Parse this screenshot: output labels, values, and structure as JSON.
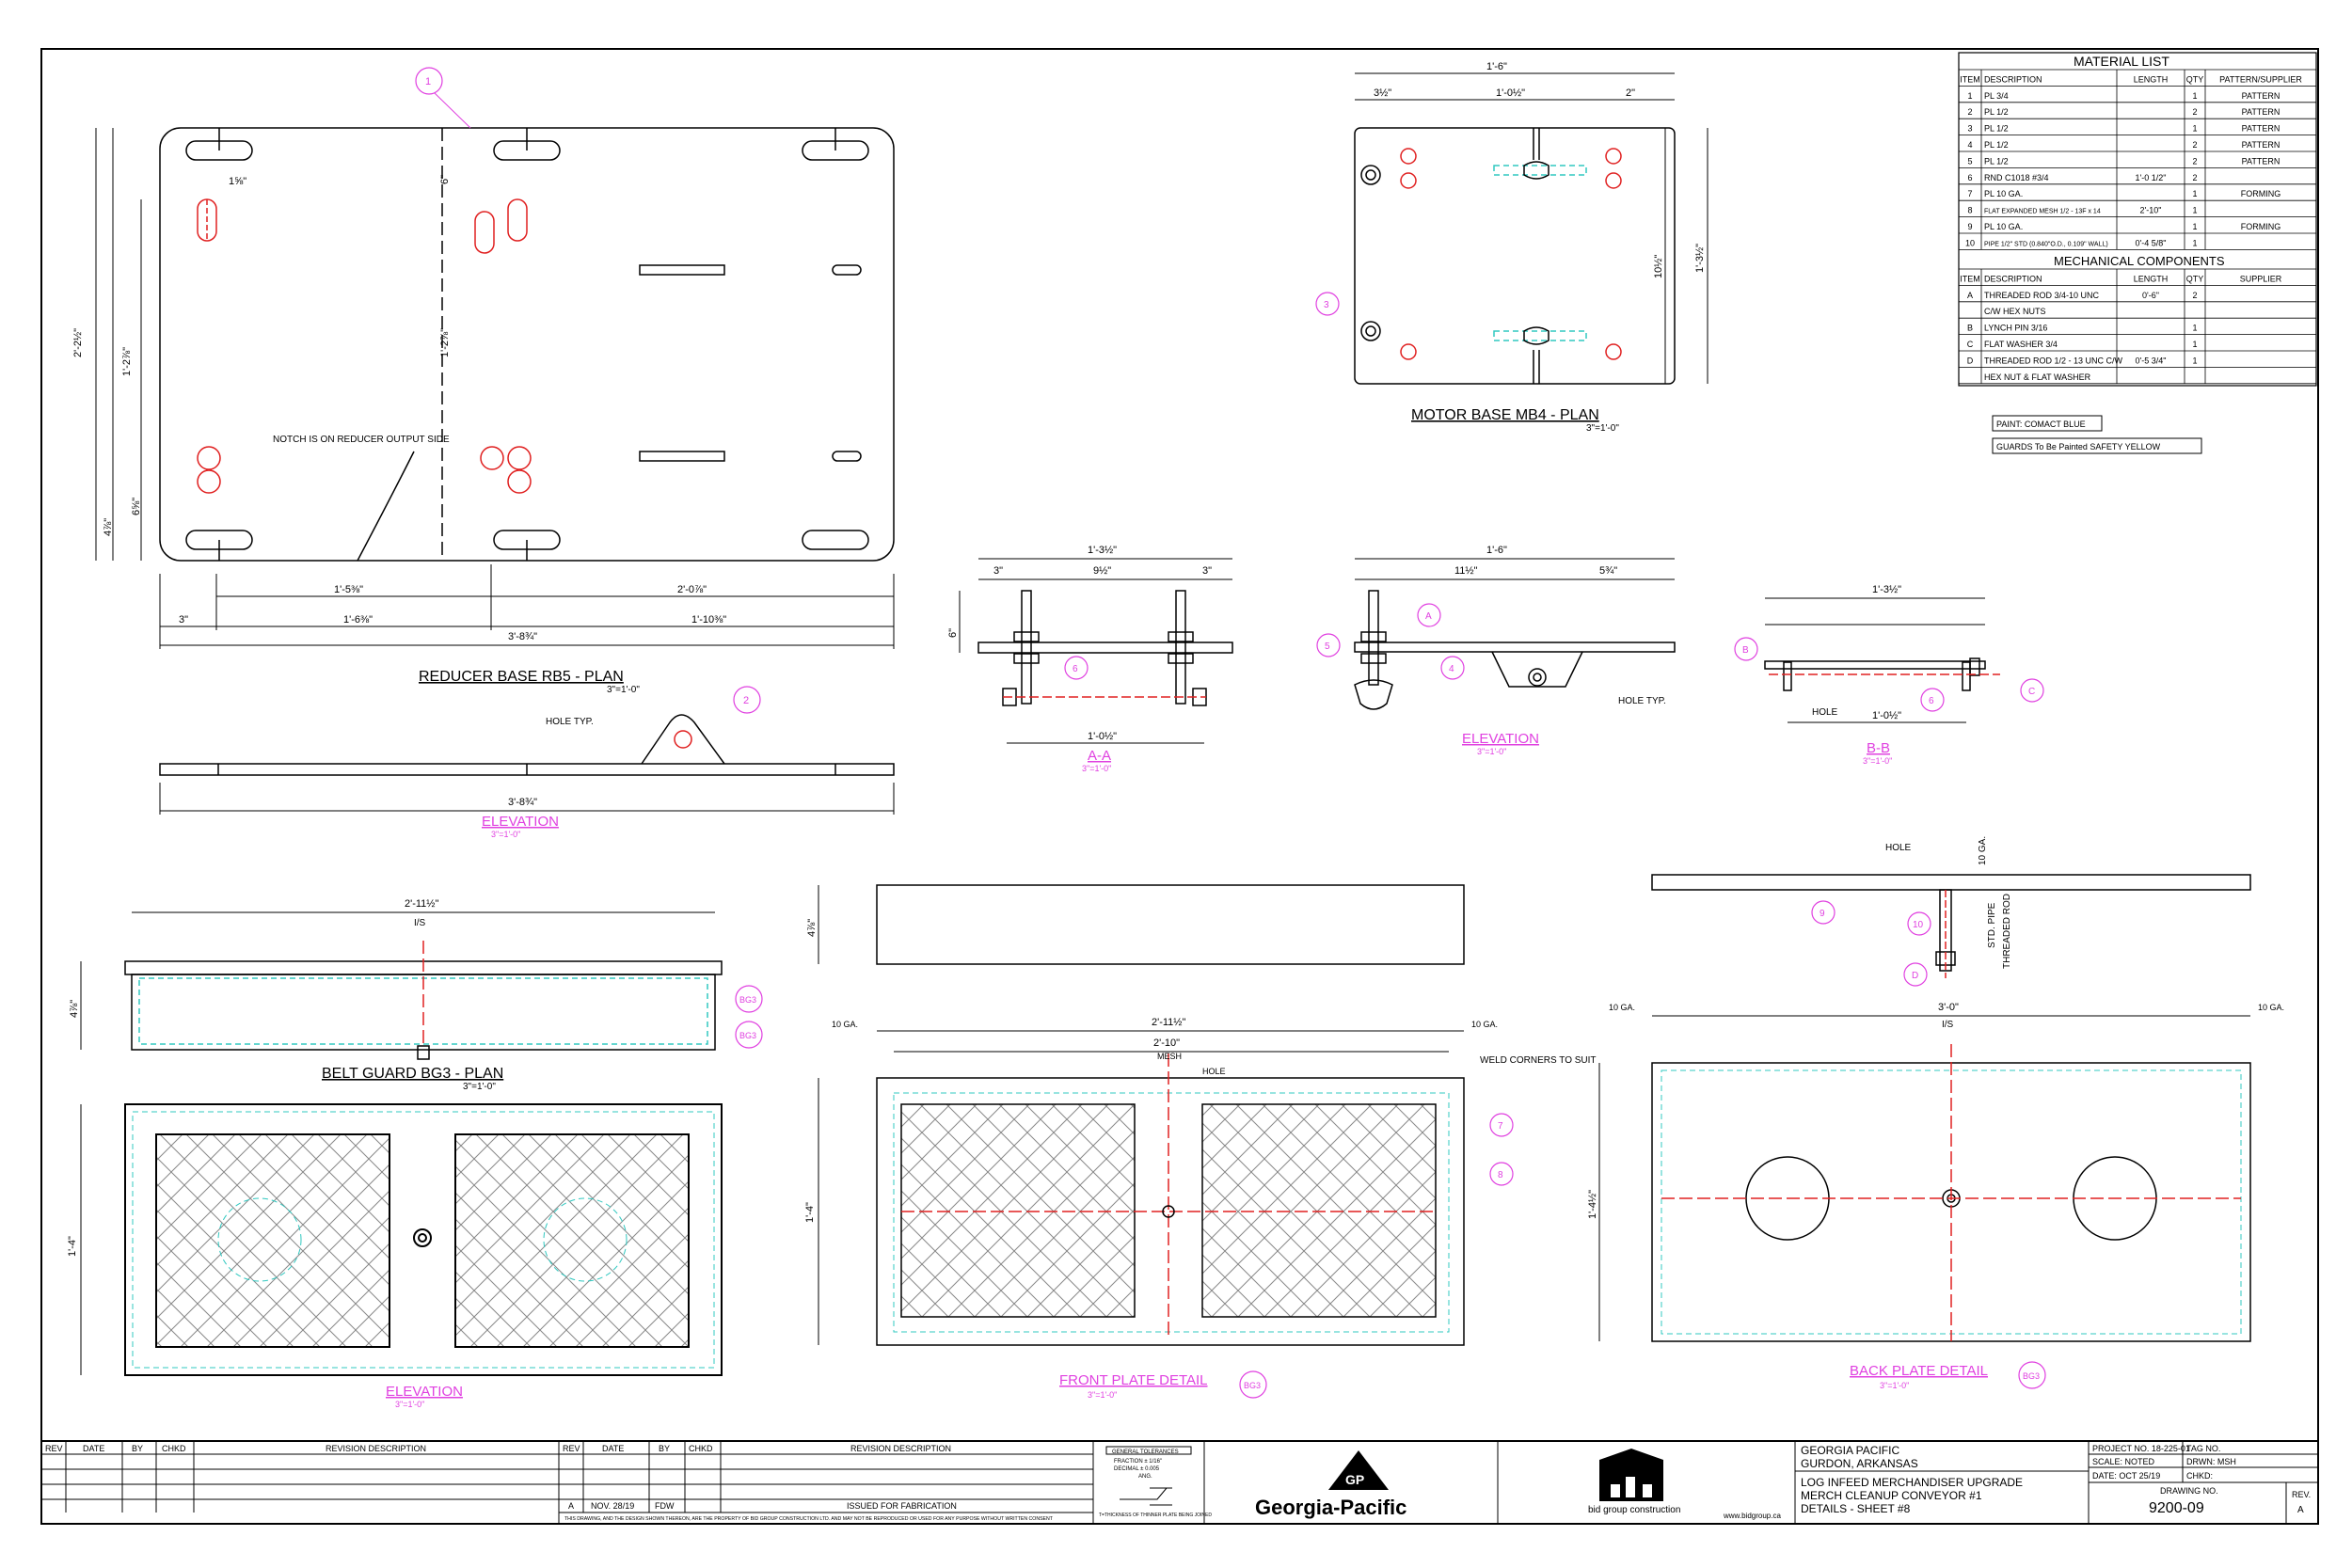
{
  "material_list": {
    "title": "MATERIAL LIST",
    "headers": [
      "ITEM",
      "DESCRIPTION",
      "LENGTH",
      "QTY",
      "PATTERN/SUPPLIER"
    ],
    "rows": [
      [
        "1",
        "PL 3/4",
        "",
        "1",
        "PATTERN"
      ],
      [
        "2",
        "PL 1/2",
        "",
        "2",
        "PATTERN"
      ],
      [
        "3",
        "PL 1/2",
        "",
        "1",
        "PATTERN"
      ],
      [
        "4",
        "PL 1/2",
        "",
        "2",
        "PATTERN"
      ],
      [
        "5",
        "PL 1/2",
        "",
        "2",
        "PATTERN"
      ],
      [
        "6",
        "RND C1018 #3/4",
        "1'-0 1/2\"",
        "2",
        ""
      ],
      [
        "7",
        "PL 10 GA.",
        "",
        "1",
        "FORMING"
      ],
      [
        "8",
        "FLAT EXPANDED MESH 1/2 - 13F x 14",
        "2'-10\"",
        "1",
        ""
      ],
      [
        "9",
        "PL 10 GA.",
        "",
        "1",
        "FORMING"
      ],
      [
        "10",
        "PIPE 1/2\" STD (0.840\"O.D., 0.109\" WALL)",
        "0'-4 5/8\"",
        "1",
        ""
      ]
    ]
  },
  "mechanical_components": {
    "title": "MECHANICAL COMPONENTS",
    "headers": [
      "ITEM",
      "DESCRIPTION",
      "LENGTH",
      "QTY",
      "SUPPLIER"
    ],
    "rows": [
      [
        "A",
        "THREADED ROD 3/4-10 UNC",
        "0'-6\"",
        "2",
        ""
      ],
      [
        "",
        "C/W HEX NUTS",
        "",
        "",
        ""
      ],
      [
        "B",
        "LYNCH PIN 3/16",
        "",
        "1",
        ""
      ],
      [
        "C",
        "FLAT WASHER 3/4",
        "",
        "1",
        ""
      ],
      [
        "D",
        "THREADED ROD 1/2 - 13 UNC C/W",
        "0'-5 3/4\"",
        "1",
        ""
      ],
      [
        "",
        "HEX NUT & FLAT WASHER",
        "",
        "",
        ""
      ]
    ]
  },
  "notes": {
    "paint": "PAINT: COMACT BLUE",
    "guards": "GUARDS To Be Painted  SAFETY YELLOW"
  },
  "views": {
    "reducer_base_plan": "REDUCER BASE RB5 - PLAN",
    "reducer_base_scale": "3\"=1'-0\"",
    "reducer_note": "NOTCH IS ON REDUCER OUTPUT SIDE",
    "reducer_elevation": "ELEVATION",
    "motor_base_plan": "MOTOR BASE MB4 - PLAN",
    "motor_base_scale": "3\"=1'-0\"",
    "section_aa": "A-A",
    "motor_elevation": "ELEVATION",
    "section_bb": "B-B",
    "belt_guard_plan": "BELT GUARD BG3 - PLAN",
    "belt_guard_scale": "3\"=1'-0\"",
    "belt_guard_elevation": "ELEVATION",
    "front_plate_detail": "FRONT PLATE DETAIL",
    "back_plate_detail": "BACK PLATE DETAIL",
    "scale_3": "3\"=1'-0\"",
    "hole_typ": "HOLE TYP.",
    "mesh": "MESH",
    "weld_corners": "WELD CORNERS TO SUIT",
    "hole": "HOLE",
    "std_pipe": "STD. PIPE",
    "threaded_rod": "THREADED ROD",
    "ten_ga": "10 GA."
  },
  "dims": {
    "rb_total": "3'-8¾\"",
    "rb_a": "1'-5⅜\"",
    "rb_b": "2'-0⅞\"",
    "rb_c": "3\"",
    "rb_d": "1'-6⅜\"",
    "rb_e": "1'-10⅜\"",
    "rb_h": "2'-2½\"",
    "rb_slot": "1⅝\"",
    "rb_six": "6\"",
    "rb_mid": "1'-2⅞\"",
    "rb_b1": "4⅞\"",
    "rb_b2": "6⅝\"",
    "mb_total": "1'-6\"",
    "mb_a": "3½\"",
    "mb_b": "1'-0½\"",
    "mb_c": "2\"",
    "mb_h": "1'-3½\"",
    "mb_10": "10½\"",
    "aa_total": "1'-3½\"",
    "aa_3": "3\"",
    "aa_mid": "9½\"",
    "aa_bot": "1'-0½\"",
    "aa_6": "6\"",
    "me_total": "1'-6\"",
    "me_11": "11½\"",
    "me_5": "5¾\"",
    "bb_total": "1'-3½\"",
    "bb_bot": "1'-0½\"",
    "bg_w": "2'-11½\"",
    "bg_h": "4⅞\"",
    "bg_elev_h": "1'-4\"",
    "fp_w": "2'-11½\"",
    "fp_mesh_w": "2'-10\"",
    "fp_h": "1'-4\"",
    "bp_w": "3'-0\"",
    "bp_h": "1'-4½\"",
    "is": "I/S"
  },
  "balloons": [
    "1",
    "2",
    "3",
    "4",
    "5",
    "6",
    "7",
    "8",
    "9",
    "10",
    "A",
    "B",
    "C",
    "D",
    "BG3"
  ],
  "revisions": {
    "headers": [
      "REV",
      "DATE",
      "BY",
      "CHKD",
      "REVISION DESCRIPTION"
    ],
    "entry": {
      "rev": "A",
      "date": "NOV. 28/19",
      "by": "FDW",
      "desc": "ISSUED FOR FABRICATION"
    },
    "disclaimer": "THIS DRAWING, AND THE DESIGN SHOWN THEREON, ARE THE PROPERTY OF BID GROUP CONSTRUCTION LTD. AND MAY NOT BE REPRODUCED OR USED FOR ANY PURPOSE WITHOUT WRITTEN CONSENT"
  },
  "tolerances": {
    "title": "GENERAL TOLERANCES",
    "lines": [
      "FRACTION ± 1/16\"",
      "DECIMAL ± 0.005",
      "ANG."
    ],
    "note": "T=THICKNESS OF THINNER PLATE BEING JOINED"
  },
  "logos": {
    "gp_mark": "GP",
    "gp_name": "Georgia-Pacific",
    "bid_name": "bid group construction",
    "bid_url": "www.bidgroup.ca"
  },
  "title_block": {
    "client": "GEORGIA PACIFIC",
    "location": "GURDON, ARKANSAS",
    "line1": "LOG INFEED MERCHANDISER UPGRADE",
    "line2": "MERCH CLEANUP CONVEYOR #1",
    "line3": "DETAILS - SHEET #8",
    "project_no": "PROJECT NO. 18-225-01",
    "tag_no": "TAG NO.",
    "scale": "SCALE:   NOTED",
    "drawn": "DRWN: MSH",
    "date": "DATE:  OCT 25/19",
    "chkd": "CHKD:",
    "drawing_no_label": "DRAWING NO.",
    "drawing_no": "9200-09",
    "rev_label": "REV.",
    "rev": "A"
  },
  "colors": {
    "magenta": "#e040e0",
    "red": "#e02020",
    "cyan": "#30c8c0",
    "green": "#28a040",
    "ink": "#000000"
  }
}
